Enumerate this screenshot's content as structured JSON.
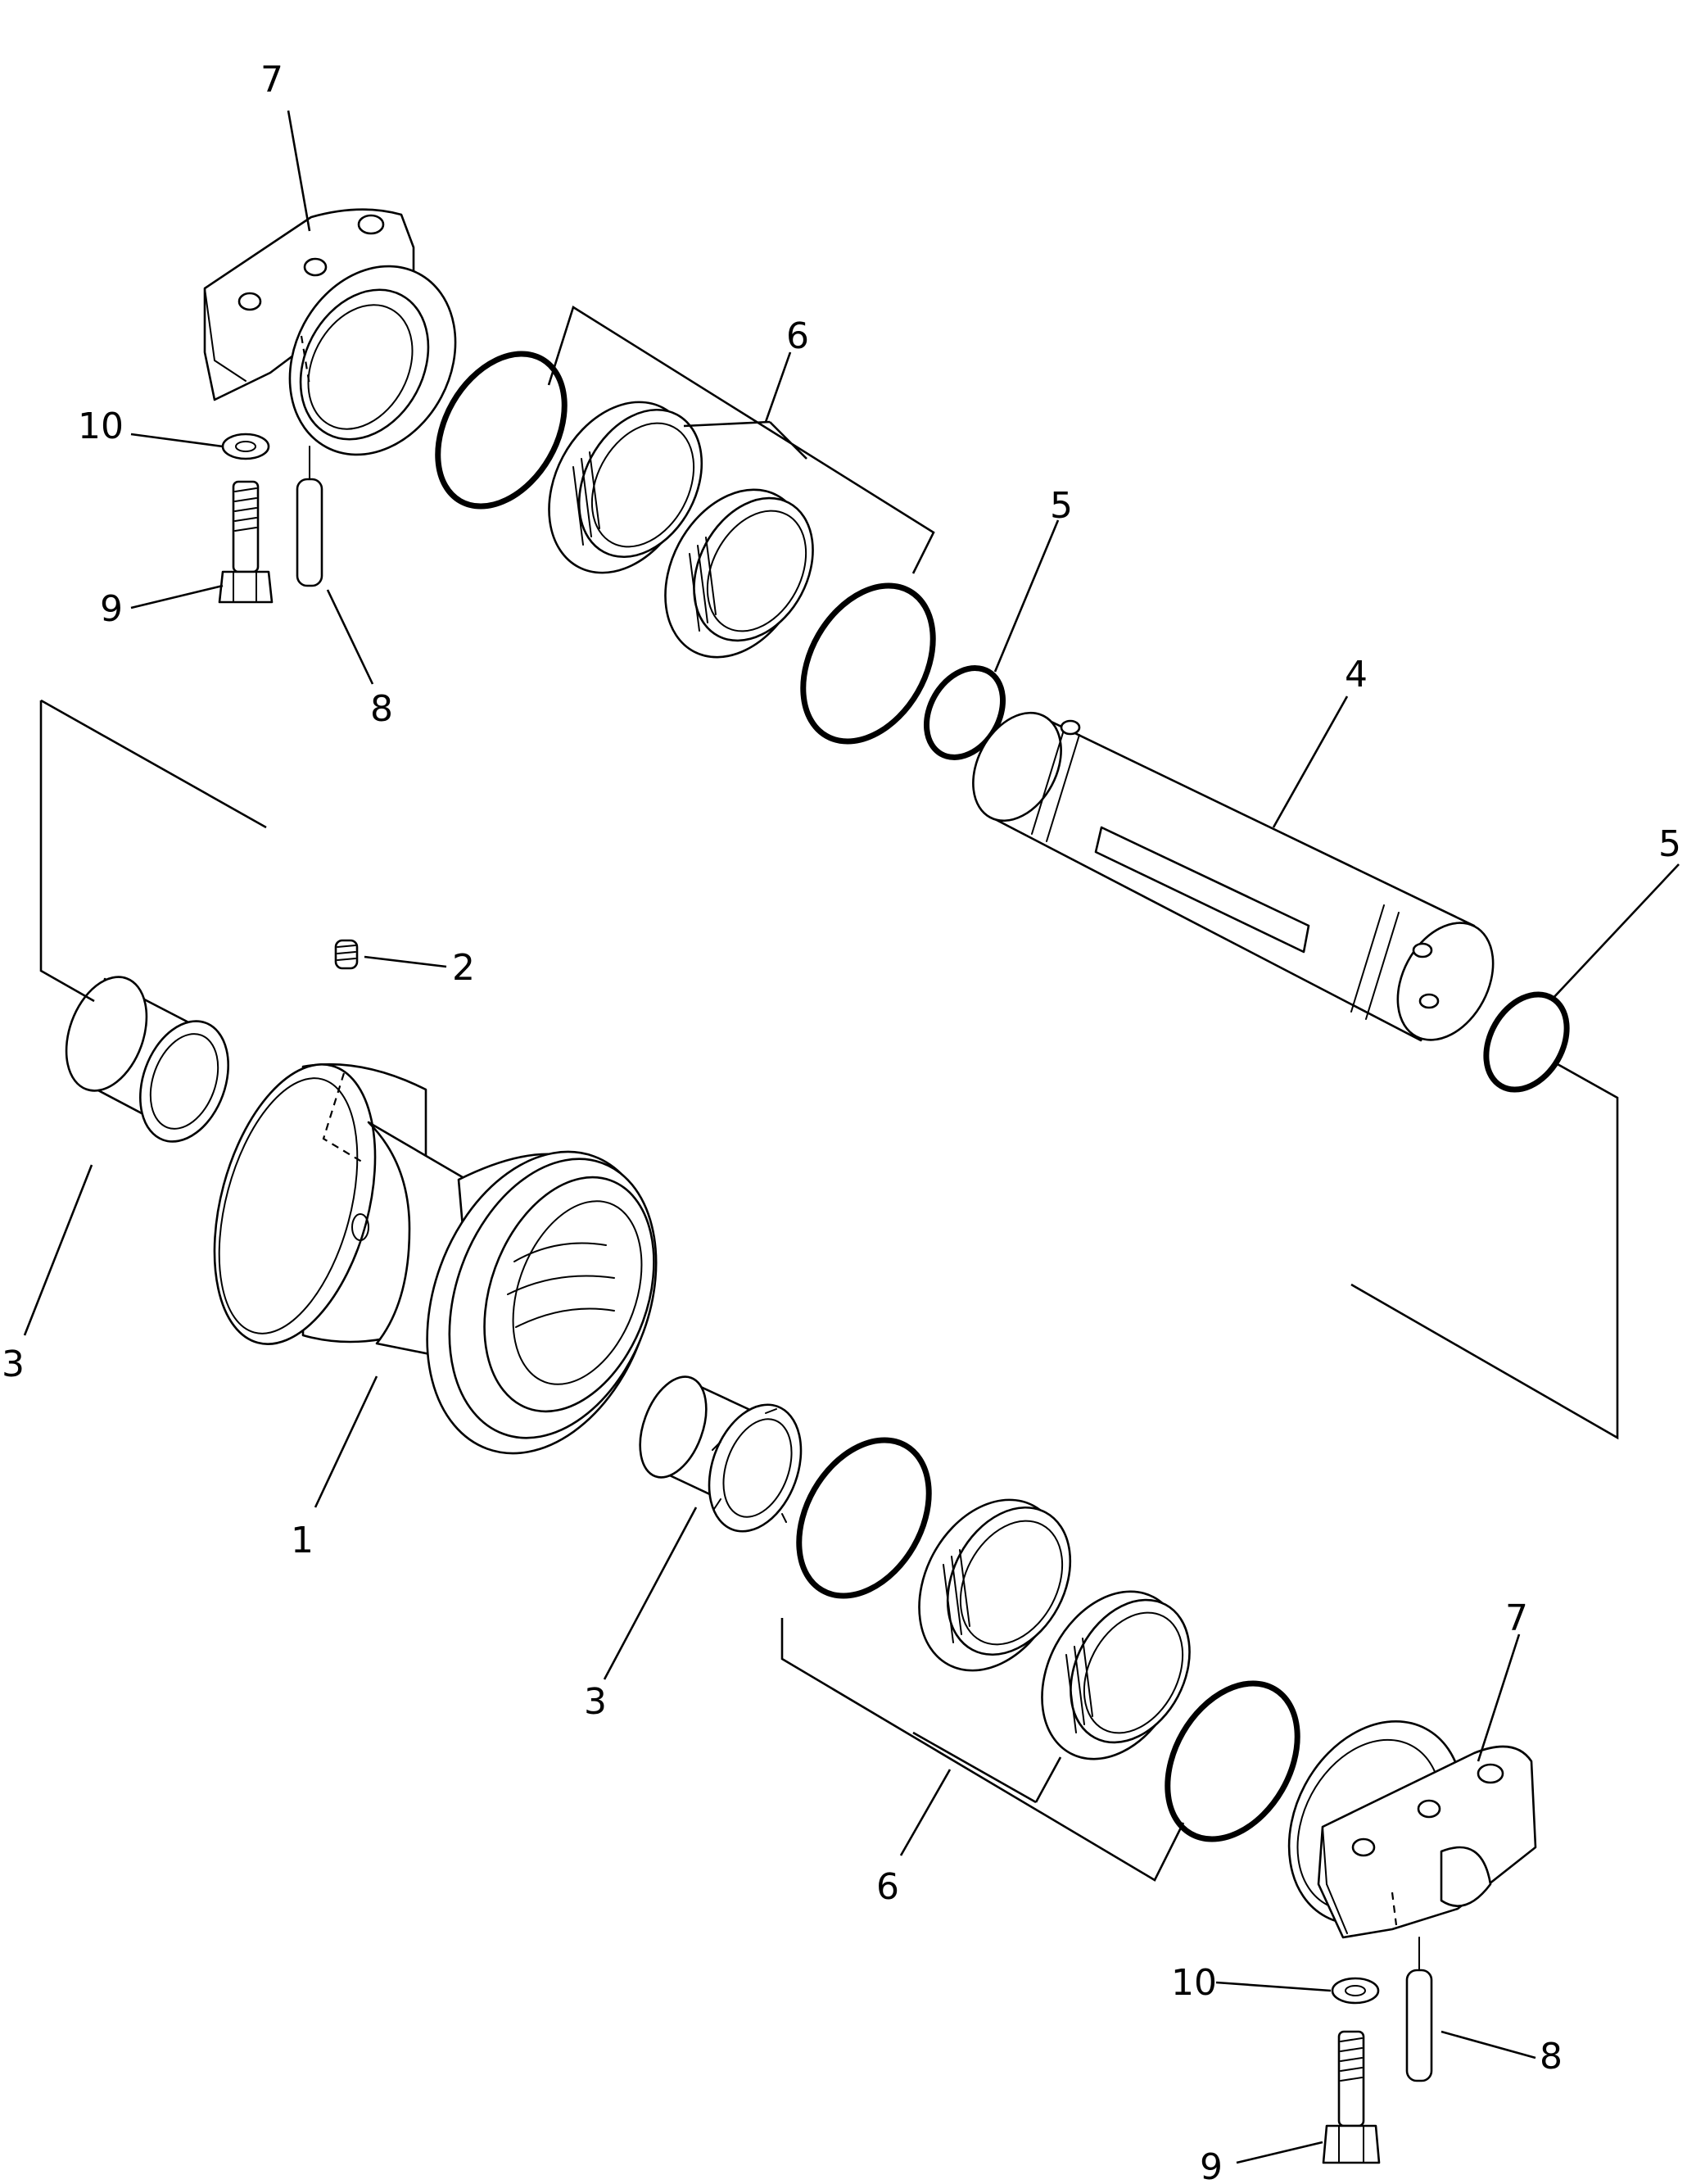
{
  "callouts": {
    "c1": "1",
    "c2": "2",
    "c3a": "3",
    "c3b": "3",
    "c4": "4",
    "c5a": "5",
    "c5b": "5",
    "c6a": "6",
    "c6b": "6",
    "c7a": "7",
    "c7b": "7",
    "c8a": "8",
    "c8b": "8",
    "c9a": "9",
    "c9b": "9",
    "c10a": "10",
    "c10b": "10"
  }
}
